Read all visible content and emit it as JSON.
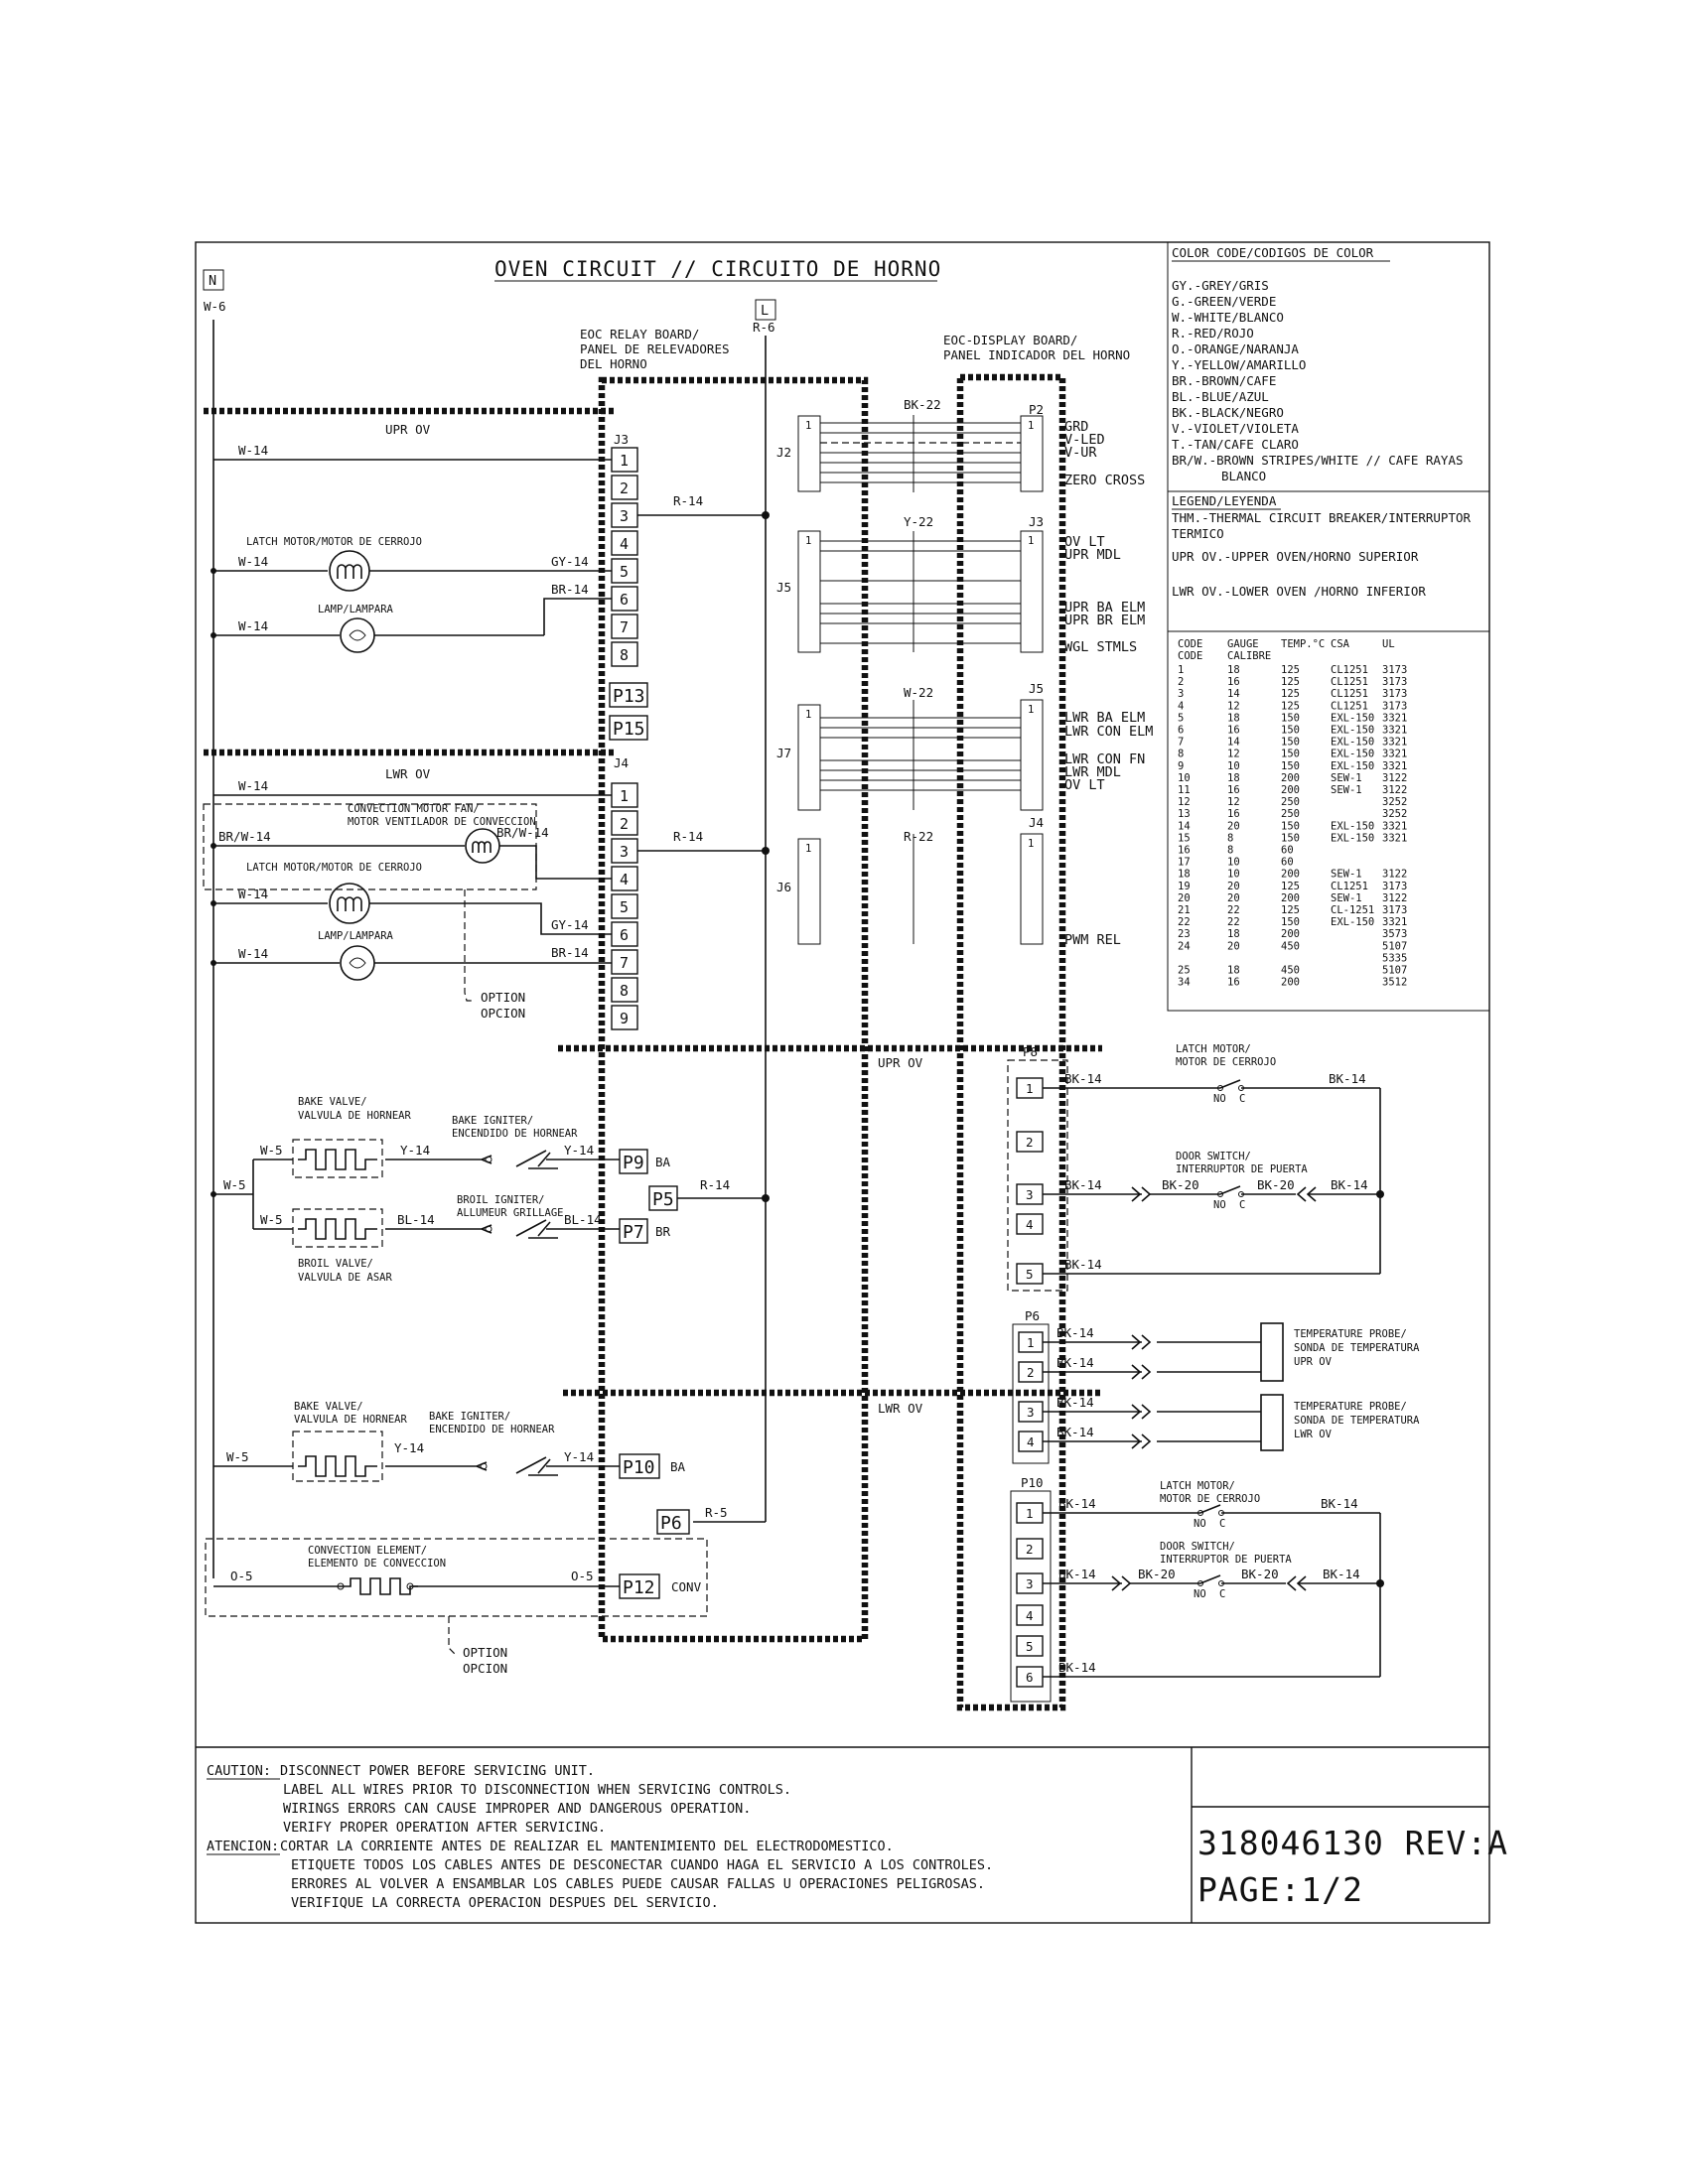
{
  "title": "OVEN CIRCUIT // CIRCUITO DE HORNO",
  "terminals": {
    "n": "N",
    "l": "L"
  },
  "boards": {
    "relay": [
      "EOC RELAY BOARD/",
      "PANEL DE RELEVADORES",
      "DEL HORNO"
    ],
    "display": [
      "EOC-DISPLAY BOARD/",
      "PANEL INDICADOR DEL HORNO"
    ]
  },
  "sections": {
    "upr": "UPR OV",
    "lwr": "LWR OV",
    "upr_lower": "UPR OV",
    "lwr_lower": "LWR OV"
  },
  "wires": {
    "w6": "W-6",
    "r6": "R-6",
    "w14": "W-14",
    "gy14": "GY-14",
    "br14": "BR-14",
    "r14": "R-14",
    "brw14_left": "BR/W-14",
    "brw14": "BR/W-14",
    "w5": "W-5",
    "y14": "Y-14",
    "bl14": "BL-14",
    "r5": "R-5",
    "o5": "O-5",
    "bk22": "BK-22",
    "y22": "Y-22",
    "w22": "W-22",
    "r22": "R-22",
    "bk14": "BK-14",
    "bk20": "BK-20"
  },
  "components": {
    "latch_upper": "LATCH MOTOR/MOTOR DE CERROJO",
    "lamp": "LAMP/LAMPARA",
    "conv_fan": [
      "CONVECTION MOTOR FAN/",
      "MOTOR VENTILADOR DE CONVECCION"
    ],
    "latch_lower": "LATCH MOTOR/MOTOR DE CERROJO",
    "option": [
      "OPTION",
      "OPCION"
    ],
    "bake_valve": [
      "BAKE VALVE/",
      "VALVULA DE HORNEAR"
    ],
    "bake_igniter": [
      "BAKE IGNITER/",
      "ENCENDIDO DE HORNEAR"
    ],
    "broil_igniter": [
      "BROIL IGNITER/",
      "ALLUMEUR GRILLAGE"
    ],
    "broil_valve": [
      "BROIL VALVE/",
      "VALVULA DE ASAR"
    ],
    "bake_valve2": [
      "BAKE VALVE/",
      "VALVULA DE HORNEAR"
    ],
    "bake_igniter2": [
      "BAKE IGNITER/",
      "ENCENDIDO DE HORNEAR"
    ],
    "conv_element": [
      "CONVECTION ELEMENT/",
      "ELEMENTO DE CONVECCION"
    ],
    "latch_motor_r": [
      "LATCH MOTOR/",
      "MOTOR DE CERROJO"
    ],
    "door_switch_r": [
      "DOOR SWITCH/",
      "INTERRUPTOR DE PUERTA"
    ],
    "temp_probe_upr": [
      "TEMPERATURE PROBE/",
      "SONDA DE TEMPERATURA",
      "UPR OV"
    ],
    "temp_probe_lwr": [
      "TEMPERATURE PROBE/",
      "SONDA DE TEMPERATURA",
      "LWR OV"
    ],
    "latch_motor_r2": [
      "LATCH MOTOR/",
      "MOTOR DE CERROJO"
    ],
    "door_switch_r2": [
      "DOOR SWITCH/",
      "INTERRUPTOR DE PUERTA"
    ],
    "no": "NO",
    "c": "C"
  },
  "connectors": {
    "j3": "J3",
    "j4": "J4",
    "j2": "J2",
    "j5": "J5",
    "j7": "J7",
    "j6": "J6",
    "p2": "P2",
    "j3d": "J3",
    "j5d": "J5",
    "j4d": "J4",
    "p13": "P13",
    "p15": "P15",
    "p9": "P9",
    "p5": "P5",
    "p7": "P7",
    "p10": "P10",
    "p6": "P6",
    "p12": "P12",
    "p8": "P8",
    "p6r": "P6",
    "p10r": "P10",
    "ba": "BA",
    "br": "BR",
    "ba2": "BA",
    "conv": "CONV",
    "j3_pins": [
      "1",
      "2",
      "3",
      "4",
      "5",
      "6",
      "7",
      "8"
    ],
    "j4_pins": [
      "1",
      "2",
      "3",
      "4",
      "5",
      "6",
      "7",
      "8",
      "9"
    ],
    "p8_pins": [
      "1",
      "2",
      "3",
      "4",
      "5"
    ],
    "p6_pins": [
      "1",
      "2",
      "3",
      "4"
    ],
    "p10_pins": [
      "1",
      "2",
      "3",
      "4",
      "5",
      "6"
    ],
    "one": "1"
  },
  "display_labels": {
    "p2": [
      "GRD",
      "V-LED",
      "V-UR",
      "ZERO CROSS"
    ],
    "j3": [
      "OV LT",
      "UPR MDL",
      "UPR BA ELM",
      "UPR BR ELM",
      "WGL STMLS"
    ],
    "j5": [
      "LWR BA ELM",
      "LWR CON ELM",
      "LWR CON FN",
      "LWR MDL",
      "OV LT"
    ],
    "j4": [
      "PWM REL"
    ]
  },
  "color_code": {
    "title": "COLOR CODE/CODIGOS DE COLOR",
    "entries": [
      "GY.-GREY/GRIS",
      "G.-GREEN/VERDE",
      "W.-WHITE/BLANCO",
      "R.-RED/ROJO",
      "O.-ORANGE/NARANJA",
      "Y.-YELLOW/AMARILLO",
      "BR.-BROWN/CAFE",
      "BL.-BLUE/AZUL",
      "BK.-BLACK/NEGRO",
      "V.-VIOLET/VIOLETA",
      "T.-TAN/CAFE CLARO",
      "BR/W.-BROWN STRIPES/WHITE // CAFE RAYAS",
      "BLANCO"
    ]
  },
  "legend": {
    "title": "LEGEND/LEYENDA",
    "entries": [
      "THM.-THERMAL CIRCUIT BREAKER/INTERRUPTOR",
      "TERMICO",
      "UPR OV.-UPPER OVEN/HORNO SUPERIOR",
      "LWR OV.-LOWER OVEN /HORNO INFERIOR"
    ]
  },
  "wire_table": {
    "headers": [
      [
        "CODE",
        "CODE"
      ],
      [
        "GAUGE",
        "CALIBRE"
      ],
      [
        "TEMP.°C"
      ],
      [
        "CSA"
      ],
      [
        "UL"
      ]
    ],
    "rows": [
      [
        "1",
        "18",
        "125",
        "CL1251",
        "3173"
      ],
      [
        "2",
        "16",
        "125",
        "CL1251",
        "3173"
      ],
      [
        "3",
        "14",
        "125",
        "CL1251",
        "3173"
      ],
      [
        "4",
        "12",
        "125",
        "CL1251",
        "3173"
      ],
      [
        "5",
        "18",
        "150",
        "EXL-150",
        "3321"
      ],
      [
        "6",
        "16",
        "150",
        "EXL-150",
        "3321"
      ],
      [
        "7",
        "14",
        "150",
        "EXL-150",
        "3321"
      ],
      [
        "8",
        "12",
        "150",
        "EXL-150",
        "3321"
      ],
      [
        "9",
        "10",
        "150",
        "EXL-150",
        "3321"
      ],
      [
        "10",
        "18",
        "200",
        "SEW-1",
        "3122"
      ],
      [
        "11",
        "16",
        "200",
        "SEW-1",
        "3122"
      ],
      [
        "12",
        "12",
        "250",
        "",
        "3252"
      ],
      [
        "13",
        "16",
        "250",
        "",
        "3252"
      ],
      [
        "14",
        "20",
        "150",
        "EXL-150",
        "3321"
      ],
      [
        "15",
        "8",
        "150",
        "EXL-150",
        "3321"
      ],
      [
        "16",
        "8",
        "60",
        "",
        ""
      ],
      [
        "17",
        "10",
        "60",
        "",
        ""
      ],
      [
        "18",
        "10",
        "200",
        "SEW-1",
        "3122"
      ],
      [
        "19",
        "20",
        "125",
        "CL1251",
        "3173"
      ],
      [
        "20",
        "20",
        "200",
        "SEW-1",
        "3122"
      ],
      [
        "21",
        "22",
        "125",
        "CL-1251",
        "3173"
      ],
      [
        "22",
        "22",
        "150",
        "EXL-150",
        "3321"
      ],
      [
        "23",
        "18",
        "200",
        "",
        "3573"
      ],
      [
        "24",
        "20",
        "450",
        "",
        "5107"
      ],
      [
        "",
        "",
        "",
        "",
        "5335"
      ],
      [
        "25",
        "18",
        "450",
        "",
        "5107"
      ],
      [
        "34",
        "16",
        "200",
        "",
        "3512"
      ]
    ]
  },
  "caution": {
    "label": "CAUTION:",
    "lines": [
      "DISCONNECT POWER BEFORE SERVICING UNIT.",
      "LABEL ALL WIRES PRIOR TO DISCONNECTION WHEN SERVICING CONTROLS.",
      "WIRINGS ERRORS CAN CAUSE IMPROPER AND DANGEROUS OPERATION.",
      "VERIFY PROPER OPERATION AFTER SERVICING."
    ]
  },
  "atencion": {
    "label": "ATENCION:",
    "lines": [
      "CORTAR LA CORRIENTE ANTES DE REALIZAR EL MANTENIMIENTO DEL ELECTRODOMESTICO.",
      "ETIQUETE TODOS LOS CABLES ANTES DE DESCONECTAR CUANDO HAGA EL SERVICIO A LOS CONTROLES.",
      "ERRORES AL VOLVER A ENSAMBLAR LOS CABLES PUEDE CAUSAR FALLAS U OPERACIONES PELIGROSAS.",
      "VERIFIQUE LA CORRECTA OPERACION DESPUES DEL SERVICIO."
    ]
  },
  "part_number": "318046130 REV:A",
  "page": "PAGE:1/2"
}
